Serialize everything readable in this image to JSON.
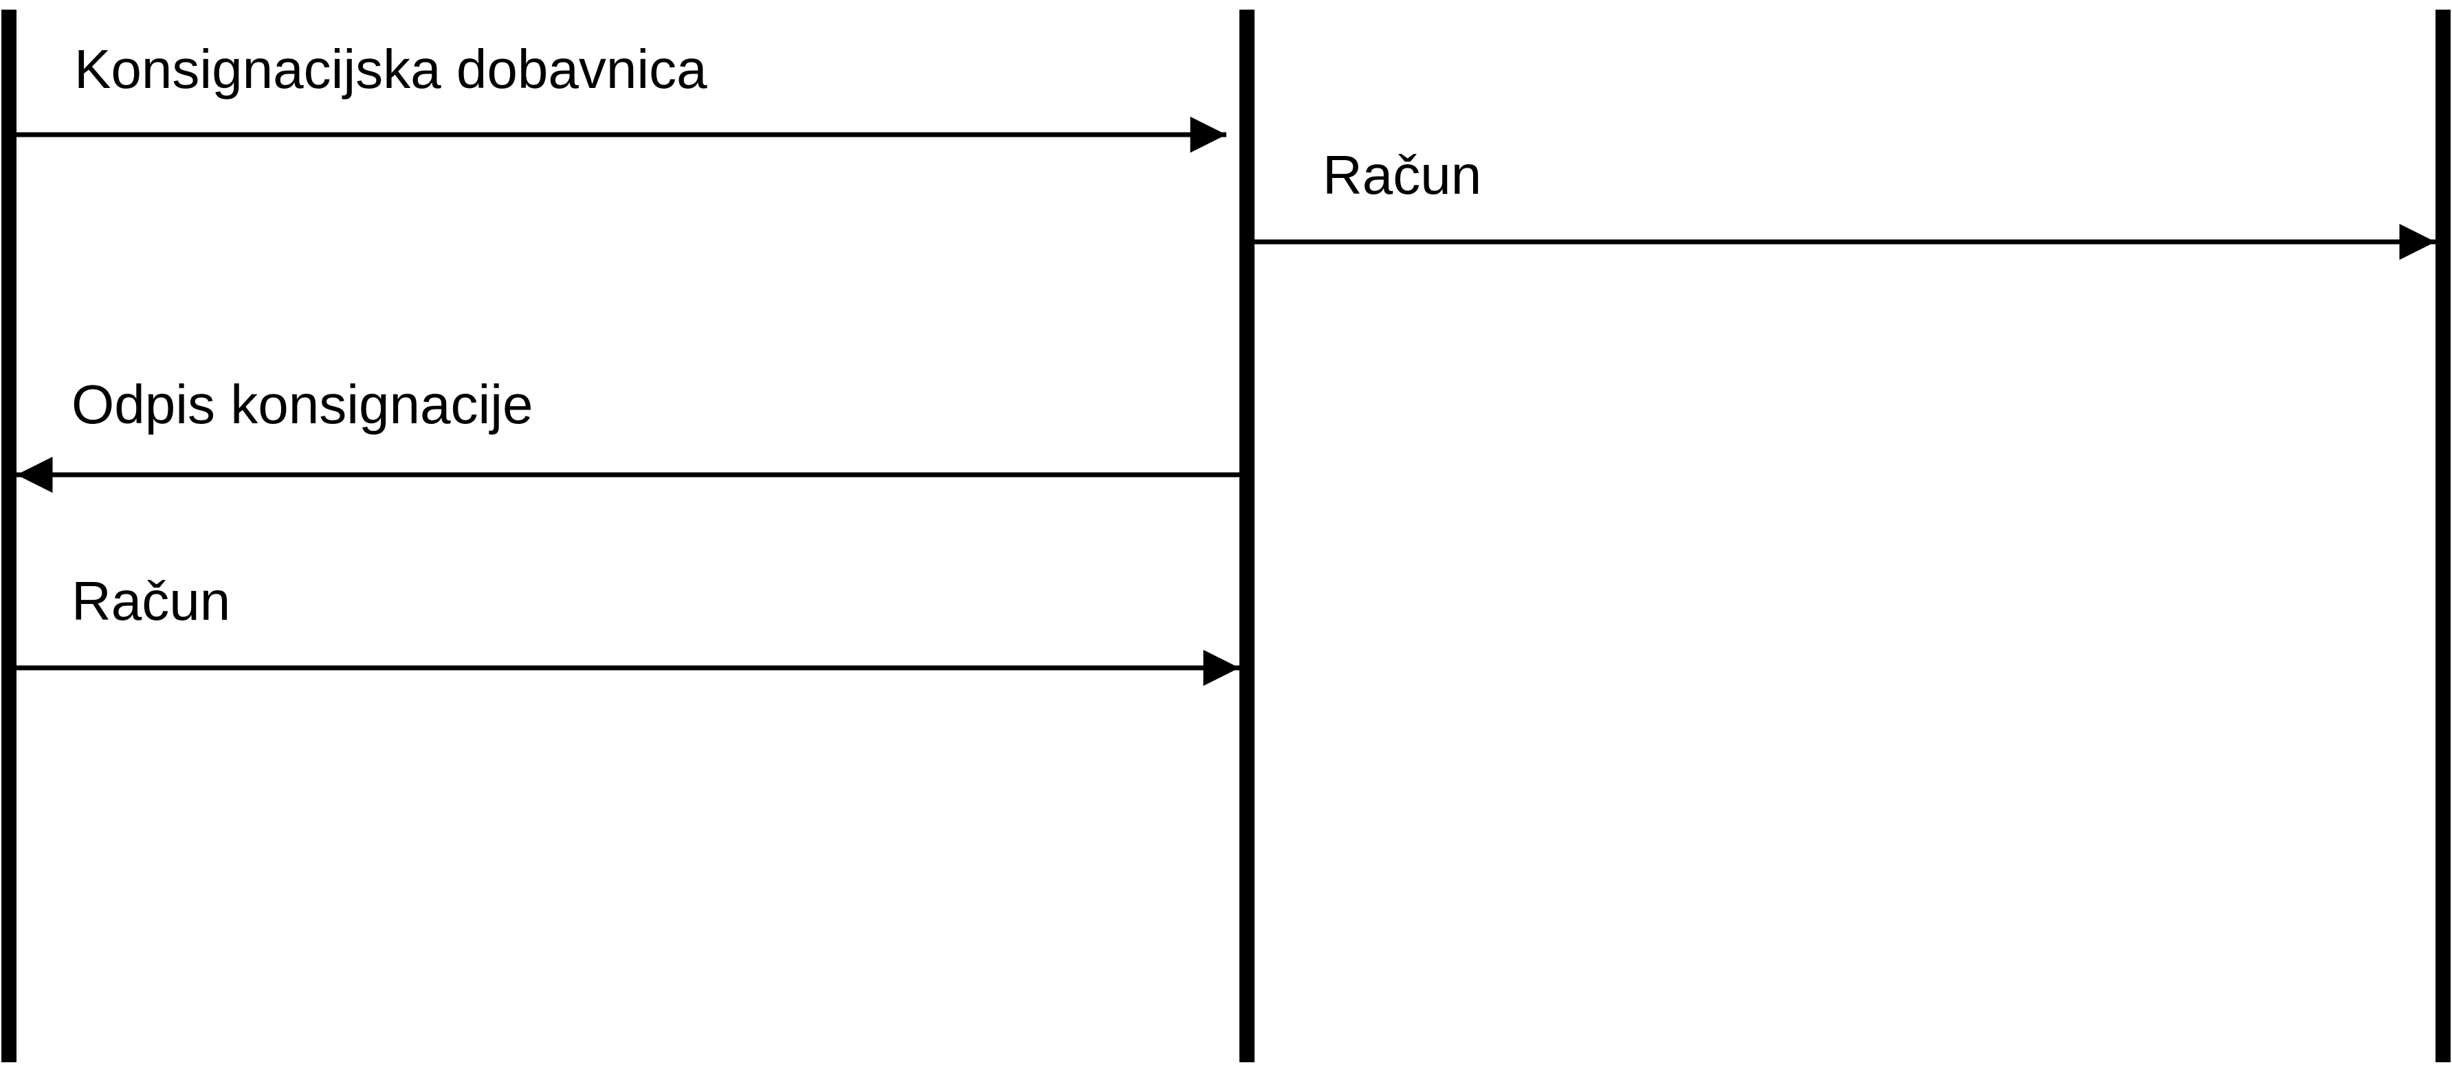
{
  "diagram": {
    "type": "sequence",
    "lifelines": [
      {
        "id": "left"
      },
      {
        "id": "middle"
      },
      {
        "id": "right"
      }
    ],
    "messages": [
      {
        "label": "Konsignacijska dobavnica",
        "from": "left",
        "to": "middle"
      },
      {
        "label": "Račun",
        "from": "middle",
        "to": "right"
      },
      {
        "label": "Odpis konsignacije",
        "from": "middle",
        "to": "left"
      },
      {
        "label": "Račun",
        "from": "left",
        "to": "middle"
      }
    ],
    "colors": {
      "line": "#000000",
      "background": "#ffffff"
    }
  }
}
